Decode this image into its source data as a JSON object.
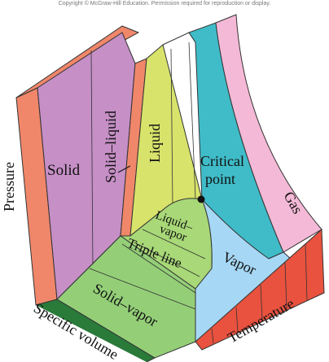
{
  "copyright": "Copyright © McGraw-Hill Education. Permission required for reproduction or display.",
  "colors": {
    "solid": "#c68fc6",
    "solid_liquid": "#d9a5d6",
    "liquid": "#d8e36b",
    "liquid_vapor": "#a8d877",
    "vapor": "#a6d8f5",
    "gas": "#f4b9d6",
    "critical_band": "#3fbcc8",
    "solid_vapor": "#94cf78",
    "side_wall": "#f0876a",
    "front_wall": "#e8523f"
  },
  "labels": {
    "solid": "Solid",
    "solid_liquid": "Solid–liquid",
    "liquid": "Liquid",
    "critical_point_line1": "Critical",
    "critical_point_line2": "point",
    "gas": "Gas",
    "liquid_vapor_line1": "Liquid–",
    "liquid_vapor_line2": "vapor",
    "triple_line": "Triple line",
    "vapor": "Vapor",
    "solid_vapor": "Solid–vapor",
    "axis_pressure": "Pressure",
    "axis_specific_volume": "Specific volume",
    "axis_temperature": "Temperature"
  }
}
